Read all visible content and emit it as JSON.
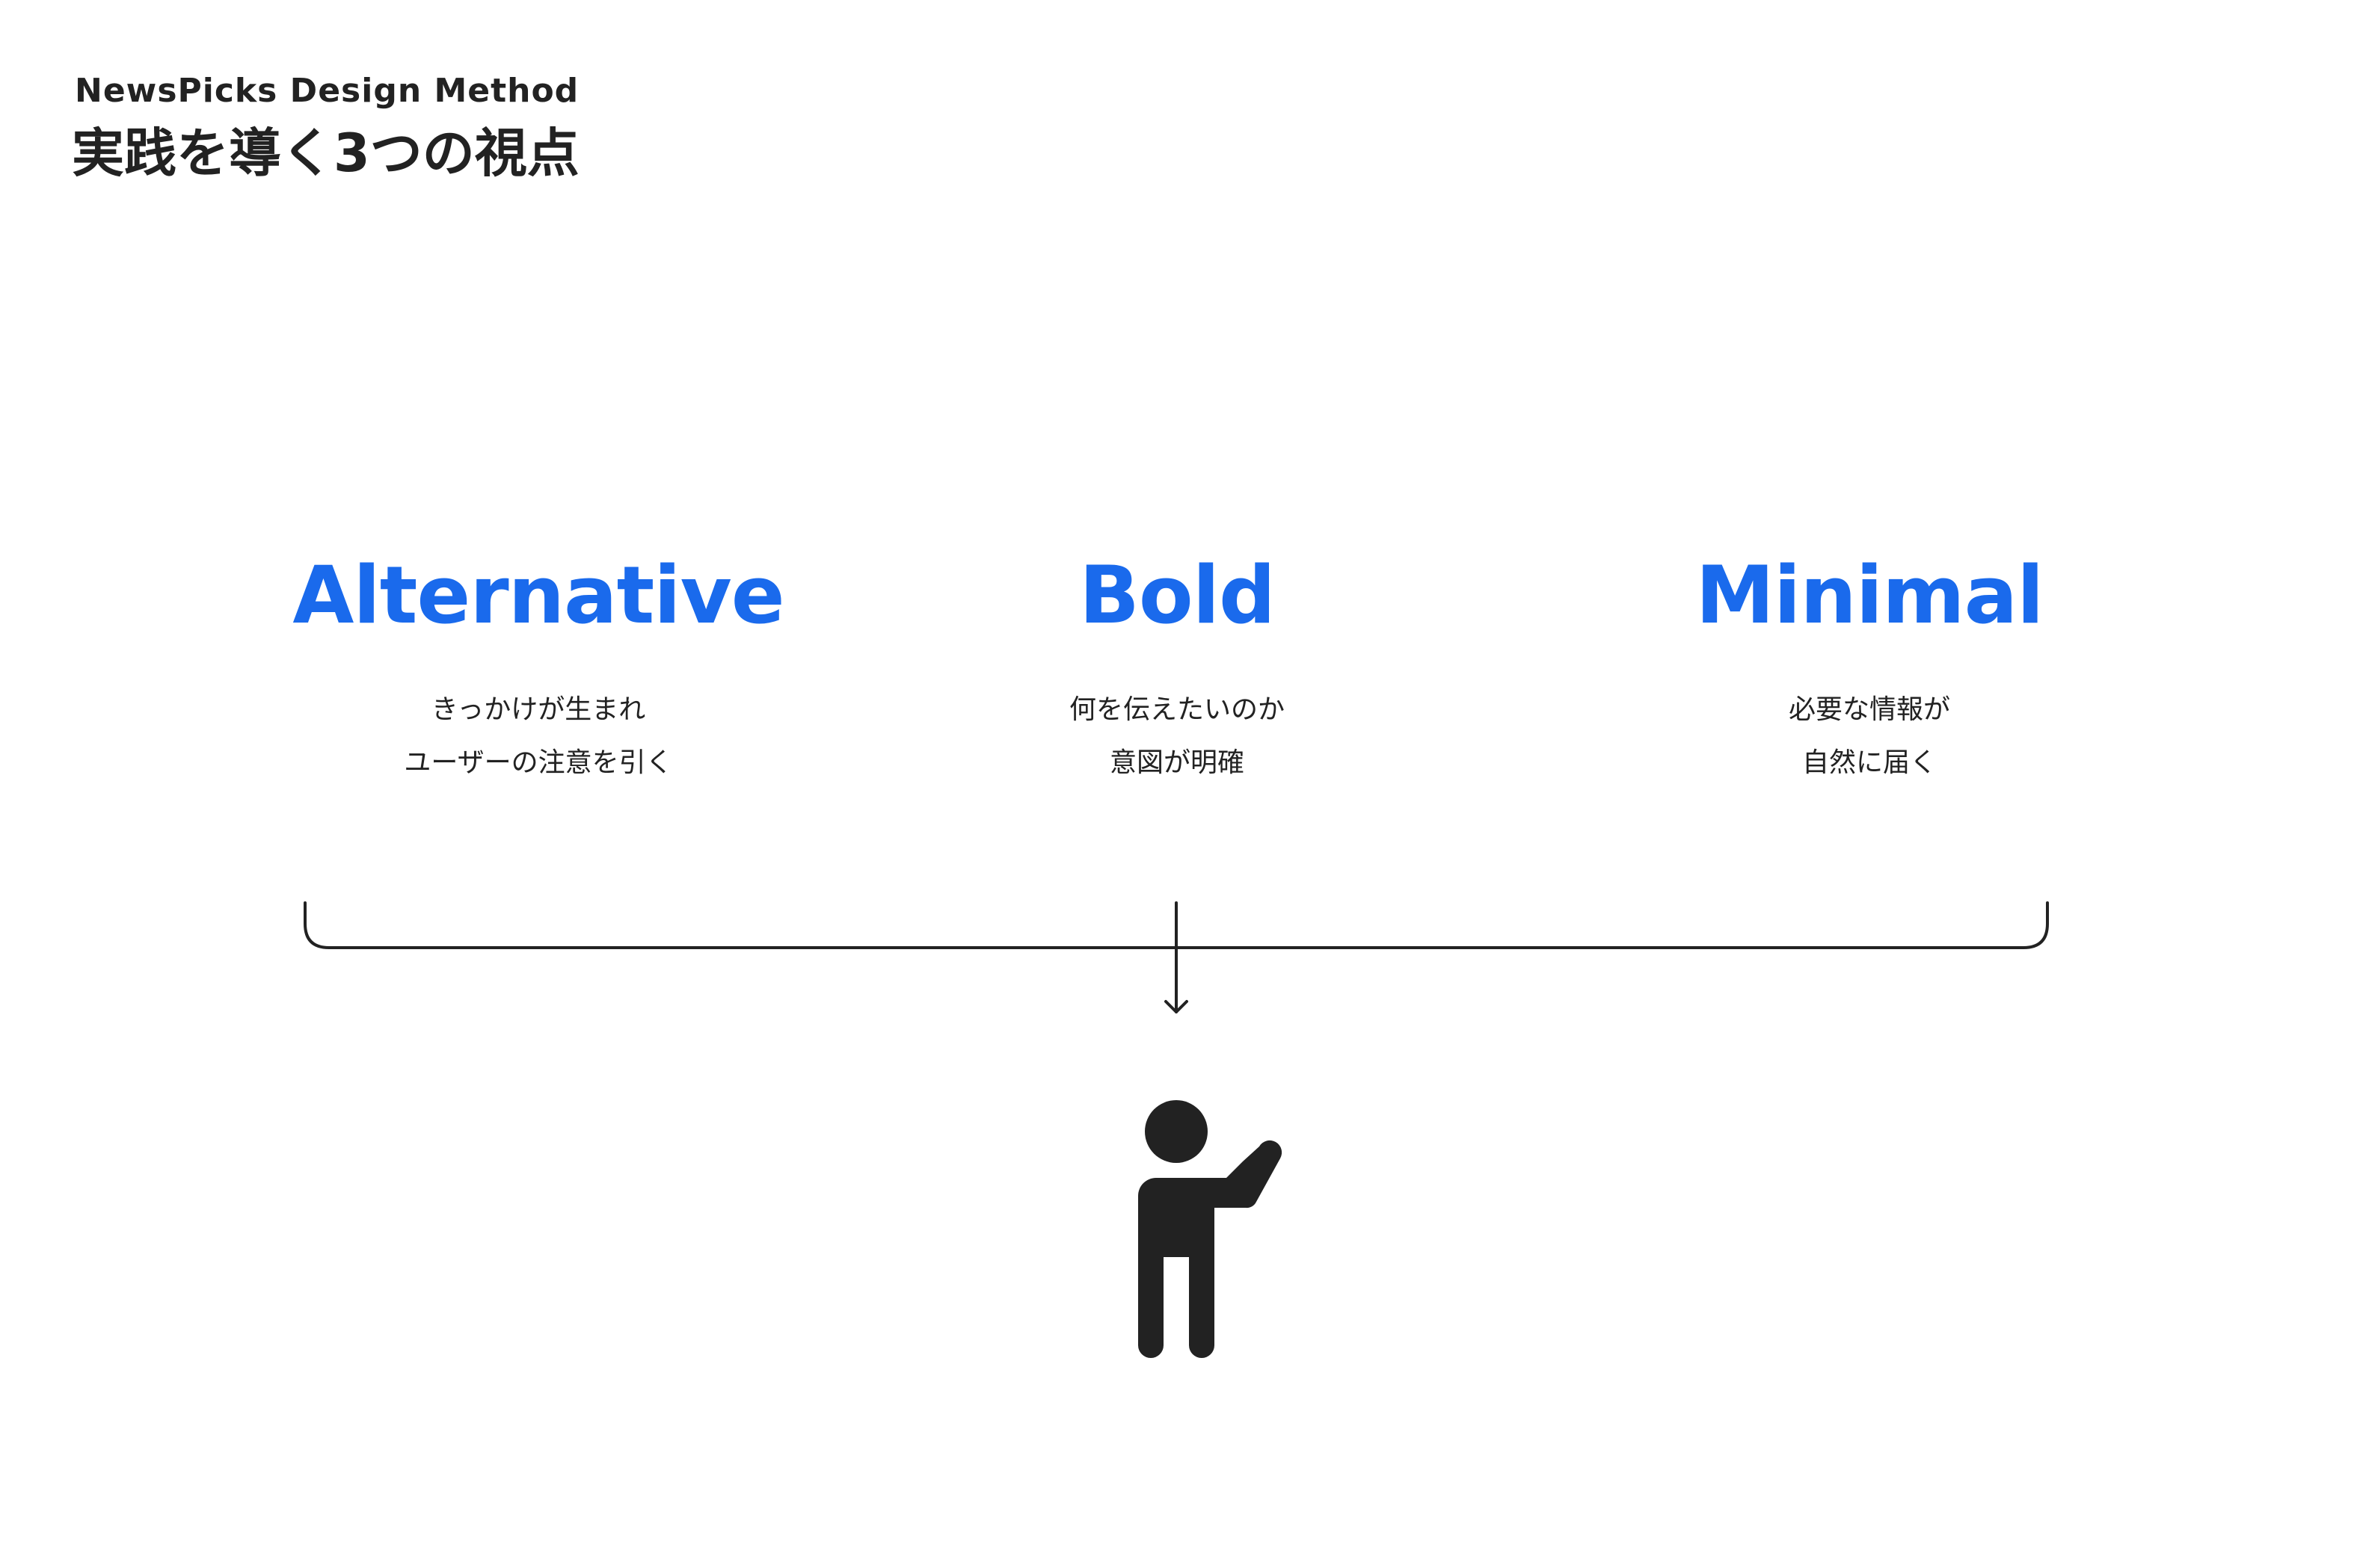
{
  "header": {
    "brand": "NewsPicks Design Method",
    "title": "実践を導く3つの視点"
  },
  "accent_color": "#1a6aec",
  "line_color": "#222222",
  "pillars": [
    {
      "title": "Alternative",
      "line1": "きっかけが生まれ",
      "line2": "ユーザーの注意を引く"
    },
    {
      "title": "Bold",
      "line1": "何を伝えたいのか",
      "line2": "意図が明確"
    },
    {
      "title": "Minimal",
      "line1": "必要な情報が",
      "line2": "自然に届く"
    }
  ],
  "icons": {
    "arrow": "arrow-down-icon",
    "user": "person-icon"
  }
}
